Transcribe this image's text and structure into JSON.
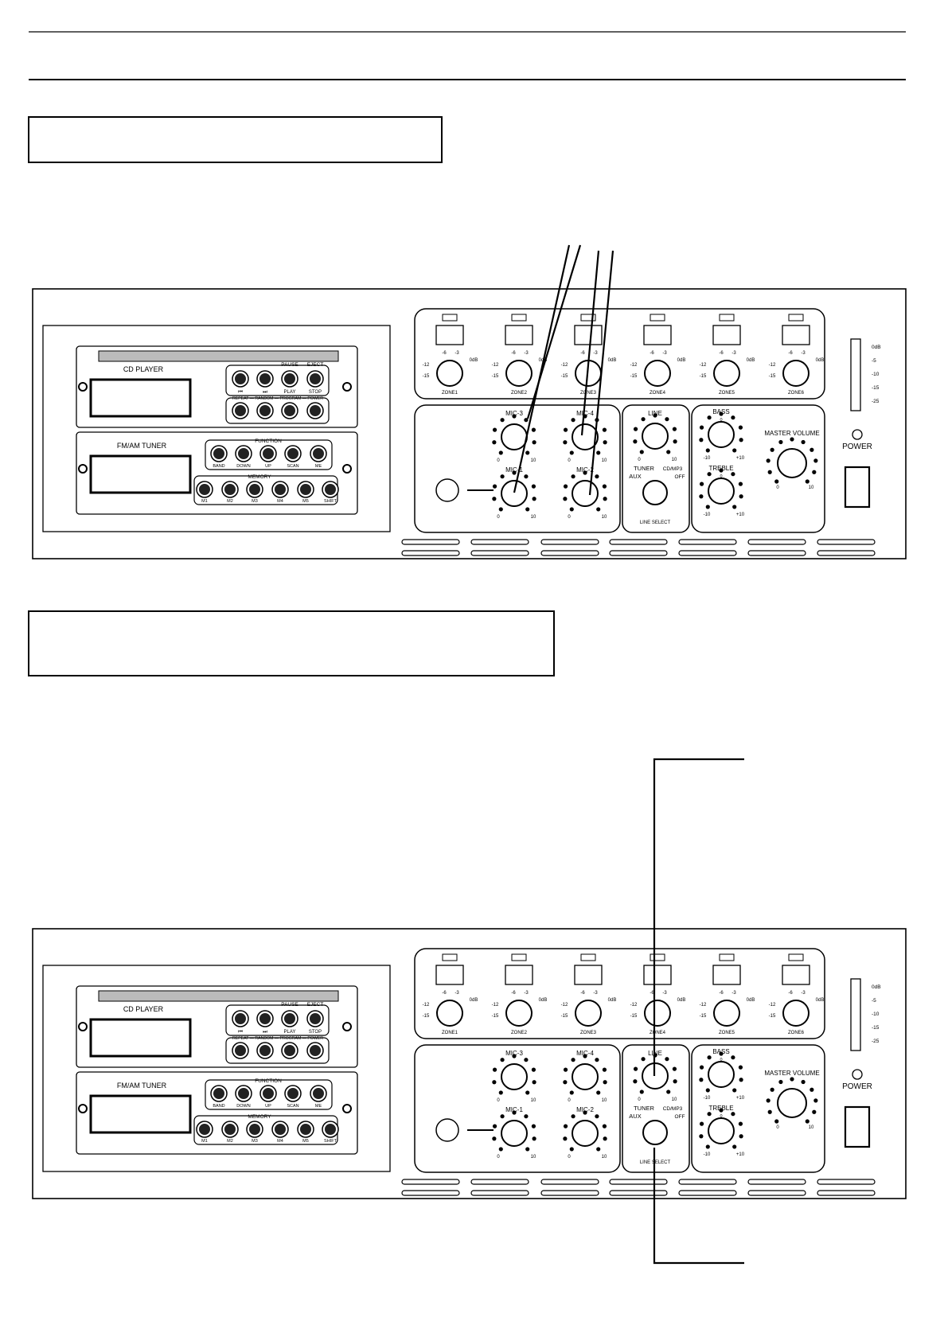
{
  "panel": {
    "cd_player": "CD PLAYER",
    "cd_top_row": {
      "pause": "PAUSE",
      "eject": "EJECT"
    },
    "cd_mid_row": {
      "prev": "⏮",
      "next": "⏭",
      "play": "PLAY",
      "stop": "STOP"
    },
    "cd_bottom_row": "REPEAT — RANDOM — PROGRAM — POWER",
    "tuner": "FM/AM TUNER",
    "function_label": "FUNCTION",
    "function_buttons": [
      "BAND",
      "DOWN",
      "UP",
      "SCAN",
      "ME"
    ],
    "memory_label": "MEMORY",
    "memory_buttons": [
      "M1",
      "M2",
      "M3",
      "M4",
      "M5",
      "SHIFT"
    ],
    "zone_scale": {
      "top_a": "-6",
      "top_b": "-3",
      "left_a": "-12",
      "left_b": "-15",
      "right": "0dB"
    },
    "zones": [
      "ZONE1",
      "ZONE2",
      "ZONE3",
      "ZONE4",
      "ZONE5",
      "ZONE6"
    ],
    "mic_labels": [
      "MIC-3",
      "MIC-4",
      "MIC-1",
      "MIC-2"
    ],
    "knob_min": "0",
    "knob_max": "10",
    "line_label": "LINE",
    "line_select_options": {
      "tuner": "TUNER",
      "cd": "CD/MP3",
      "aux": "AUX",
      "off": "OFF"
    },
    "line_select": "LINE SELECT",
    "bass": "BASS",
    "treble": "TREBLE",
    "tone_min": "-10",
    "tone_mid": "0",
    "tone_max": "+10",
    "master_volume": "MASTER VOLUME",
    "meter_scale": [
      "0dB",
      "-5",
      "-10",
      "-15",
      "-25"
    ],
    "power": "POWER"
  }
}
